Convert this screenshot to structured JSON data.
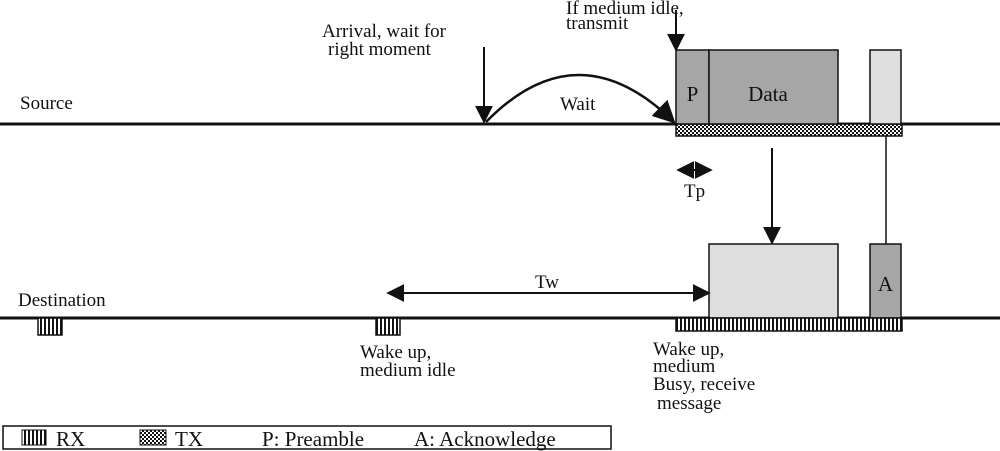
{
  "labels": {
    "source": "Source",
    "destination": "Destination",
    "arrival_line1": "Arrival, wait for",
    "arrival_line2": "right moment",
    "medium_idle_line1": "If medium idle,",
    "medium_idle_line2": "transmit",
    "wait": "Wait",
    "preamble_short": "P",
    "data": "Data",
    "tp": "Tp",
    "tw": "Tw",
    "ack_short": "A",
    "wake_idle_line1": "Wake up,",
    "wake_idle_line2": "medium idle",
    "wake_busy_line1": "Wake up,",
    "wake_busy_line2": "medium",
    "wake_busy_line3": "Busy, receive",
    "wake_busy_line4": "message"
  },
  "legend": {
    "rx": "RX",
    "tx": "TX",
    "preamble": "P: Preamble",
    "acknowledge": "A: Acknowledge"
  },
  "colors": {
    "dark_block": "#a6a6a6",
    "light_block": "#dedede",
    "line": "#111111"
  }
}
